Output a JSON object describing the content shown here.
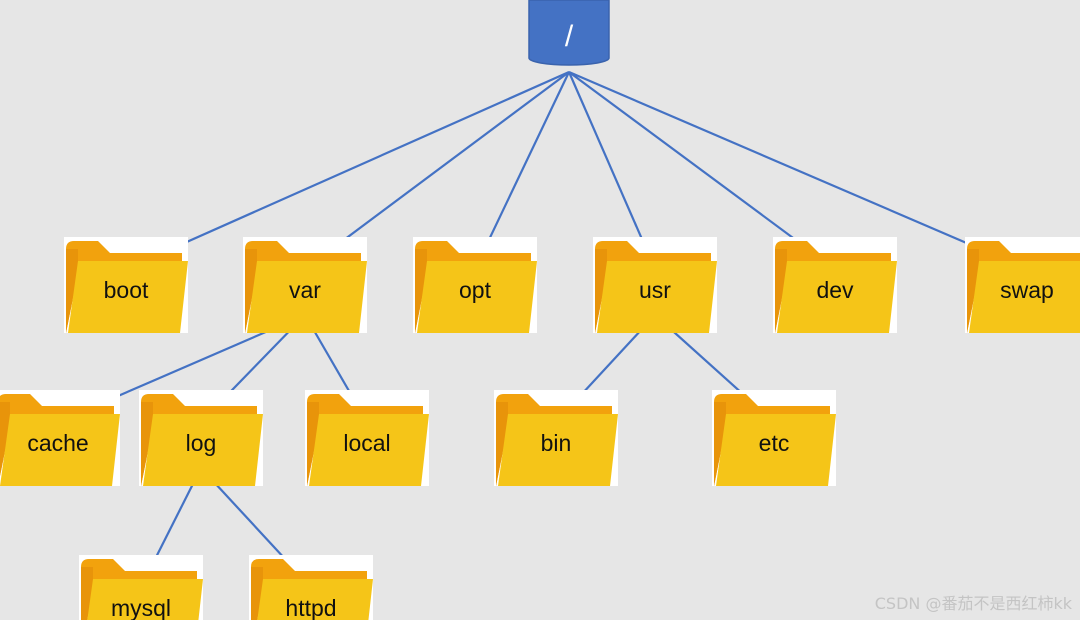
{
  "diagram": {
    "root": {
      "label": "/"
    },
    "folders": [
      {
        "id": "boot",
        "label": "boot",
        "parent": "root"
      },
      {
        "id": "var",
        "label": "var",
        "parent": "root"
      },
      {
        "id": "opt",
        "label": "opt",
        "parent": "root"
      },
      {
        "id": "usr",
        "label": "usr",
        "parent": "root"
      },
      {
        "id": "dev",
        "label": "dev",
        "parent": "root"
      },
      {
        "id": "swap",
        "label": "swap",
        "parent": "root"
      },
      {
        "id": "cache",
        "label": "cache",
        "parent": "var"
      },
      {
        "id": "log",
        "label": "log",
        "parent": "var"
      },
      {
        "id": "local",
        "label": "local",
        "parent": "var"
      },
      {
        "id": "bin",
        "label": "bin",
        "parent": "usr"
      },
      {
        "id": "etc",
        "label": "etc",
        "parent": "usr"
      },
      {
        "id": "mysql",
        "label": "mysql",
        "parent": "log"
      },
      {
        "id": "httpd",
        "label": "httpd",
        "parent": "log"
      }
    ],
    "colors": {
      "background": "#e6e6e6",
      "root_fill": "#4472c4",
      "edge": "#4472c4",
      "folder_back": "#f2a20d",
      "folder_front": "#f5c518"
    }
  },
  "watermark": "CSDN @番茄不是西红柿kk"
}
